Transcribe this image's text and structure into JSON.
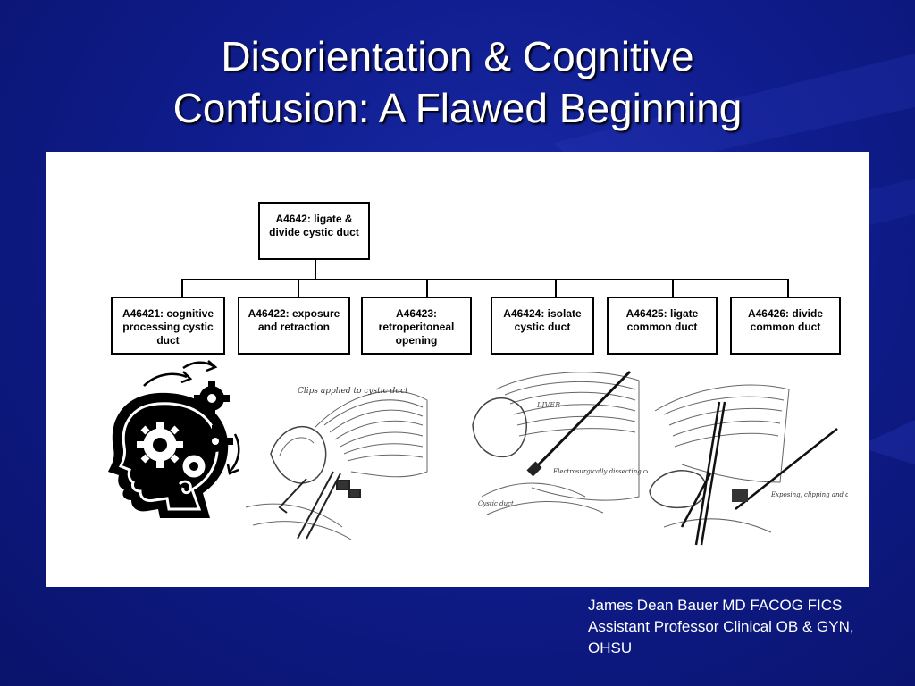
{
  "slide": {
    "title_line1": "Disorientation & Cognitive",
    "title_line2": "Confusion: A Flawed Beginning"
  },
  "diagram": {
    "root": {
      "label": "A4642: ligate & divide cystic duct"
    },
    "children": [
      {
        "label": "A46421: cognitive processing cystic duct"
      },
      {
        "label": "A46422: exposure and retraction"
      },
      {
        "label": "A46423: retroperitoneal opening"
      },
      {
        "label": "A46424: isolate cystic duct"
      },
      {
        "label": "A46425: ligate common duct"
      },
      {
        "label": "A46426: divide common duct"
      }
    ]
  },
  "illustrations": {
    "left_caption": "Clips applied to cystic duct",
    "middle_caption_top": "LIVER",
    "middle_caption": "Electrosurgically dissecting connective tissue away from the cystic duct",
    "middle_caption_bottom": "Cystic duct",
    "right_caption": "Exposing, clipping and dividing the cystic duct"
  },
  "footer": {
    "line1": "James Dean Bauer MD FACOG FICS",
    "line2": "Assistant Professor Clinical OB & GYN,",
    "line3": "OHSU"
  }
}
